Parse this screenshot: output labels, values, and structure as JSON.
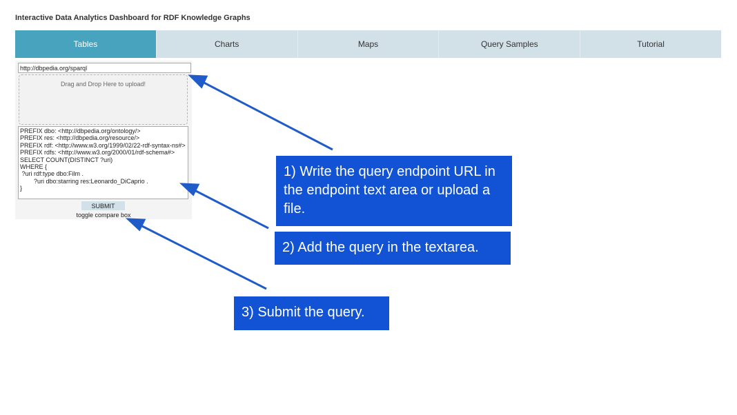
{
  "app": {
    "title": "Interactive Data Analytics Dashboard for RDF Knowledge Graphs"
  },
  "tabs": [
    {
      "label": "Tables",
      "active": true
    },
    {
      "label": "Charts",
      "active": false
    },
    {
      "label": "Maps",
      "active": false
    },
    {
      "label": "Query Samples",
      "active": false
    },
    {
      "label": "Tutorial",
      "active": false
    }
  ],
  "panel": {
    "endpoint_value": "http://dbpedia.org/sparql",
    "dropzone_text": "Drag and Drop Here to upload!",
    "query_text": "PREFIX dbo: <http://dbpedia.org/ontology/>\nPREFIX res: <http://dbpedia.org/resource/>\nPREFIX rdf: <http://www.w3.org/1999/02/22-rdf-syntax-ns#>\nPREFIX rdfs: <http://www.w3.org/2000/01/rdf-schema#>\nSELECT COUNT(DISTINCT ?uri)\nWHERE {\n ?uri rdf:type dbo:Film .\n        ?uri dbo:starring res:Leonardo_DiCaprio .\n}",
    "submit_label": "SUBMIT",
    "toggle_label": "toggle compare box"
  },
  "callouts": {
    "step1": "1) Write the query endpoint URL in the endpoint text area or upload a file.",
    "step2": "2) Add the query in the textarea.",
    "step3": "3) Submit the query."
  },
  "colors": {
    "tab_active": "#48a3bf",
    "tab_inactive": "#d2e0e8",
    "callout": "#1153d4"
  }
}
